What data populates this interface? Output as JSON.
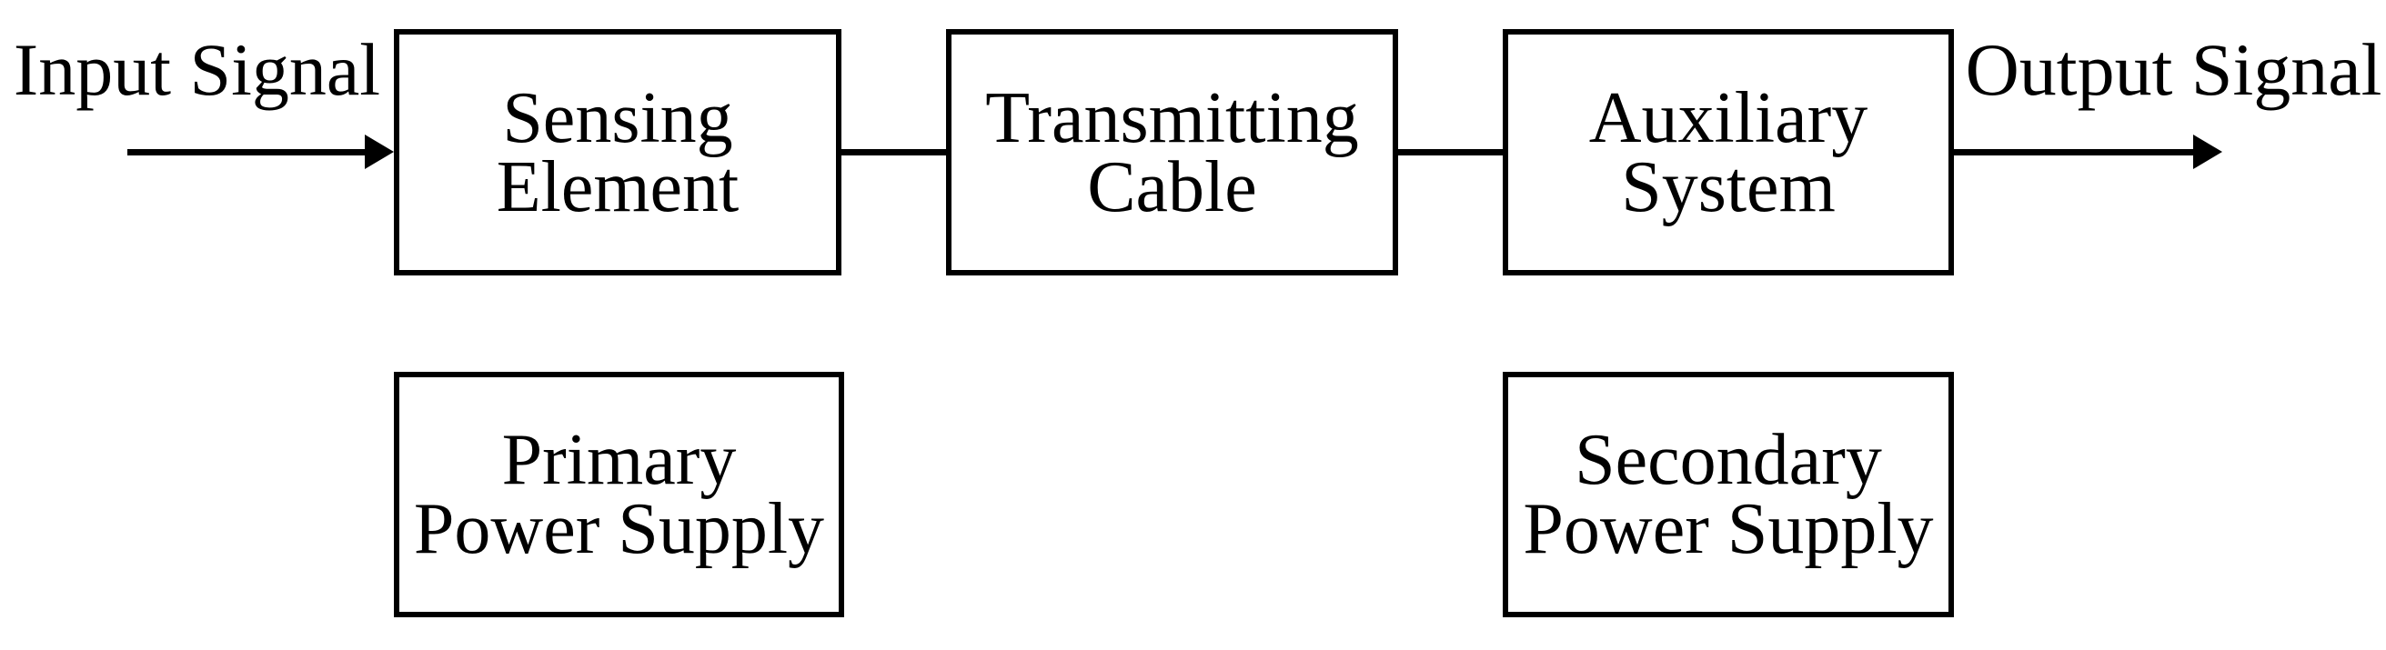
{
  "figure": {
    "type": "block-diagram",
    "background": "#ffffff",
    "line_color": "#000000",
    "text_color": "#000000",
    "input_label": "Input Signal",
    "output_label": "Output Signal",
    "boxes": [
      {
        "id": "sensing-element",
        "lines": [
          "Sensing",
          "Element"
        ]
      },
      {
        "id": "transmitting-cable",
        "lines": [
          "Transmitting",
          "Cable"
        ]
      },
      {
        "id": "auxiliary-system",
        "lines": [
          "Auxiliary",
          "System"
        ]
      },
      {
        "id": "primary-power-supply",
        "lines": [
          "Primary",
          "Power Supply"
        ]
      },
      {
        "id": "secondary-power-supply",
        "lines": [
          "Secondary",
          "Power Supply"
        ]
      }
    ],
    "connections": [
      {
        "from": "input-signal",
        "to": "sensing-element",
        "arrow": true
      },
      {
        "from": "sensing-element",
        "to": "transmitting-cable",
        "arrow": false
      },
      {
        "from": "transmitting-cable",
        "to": "auxiliary-system",
        "arrow": false
      },
      {
        "from": "auxiliary-system",
        "to": "output-signal",
        "arrow": true
      }
    ]
  }
}
